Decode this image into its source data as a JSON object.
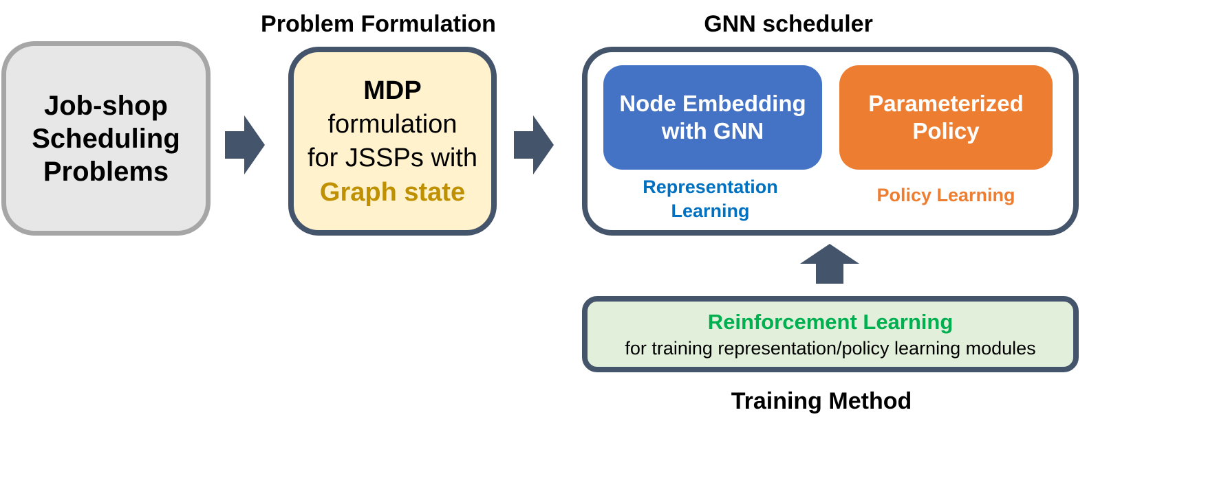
{
  "titles": {
    "problem_formulation": "Problem Formulation",
    "gnn_scheduler": "GNN scheduler",
    "training_method": "Training Method"
  },
  "job_shop": {
    "lines": [
      "Job-shop",
      "Scheduling",
      "Problems"
    ]
  },
  "mdp": {
    "title": "MDP",
    "line1": "formulation",
    "line2": "for JSSPs with",
    "highlight": "Graph state"
  },
  "node_embedding": {
    "lines": [
      "Node Embedding",
      "with GNN"
    ],
    "caption_lines": [
      "Representation",
      "Learning"
    ]
  },
  "policy": {
    "lines": [
      "Parameterized",
      "Policy"
    ],
    "caption": "Policy Learning"
  },
  "reinforcement": {
    "title": "Reinforcement Learning",
    "subtitle": "for training representation/policy learning modules"
  },
  "colors": {
    "arrow": "#44546a",
    "box_border": "#44546a",
    "job_box_fill": "#e7e7e7",
    "job_box_border": "#a6a6a6",
    "mdp_fill": "#fff2cc",
    "graph_state_text": "#bf9000",
    "node_embedding_fill": "#4472c4",
    "policy_fill": "#ed7d31",
    "representation_text": "#0070c0",
    "policy_learning_text": "#ed7d31",
    "rl_fill": "#e2efda",
    "rl_title_text": "#00b050"
  }
}
